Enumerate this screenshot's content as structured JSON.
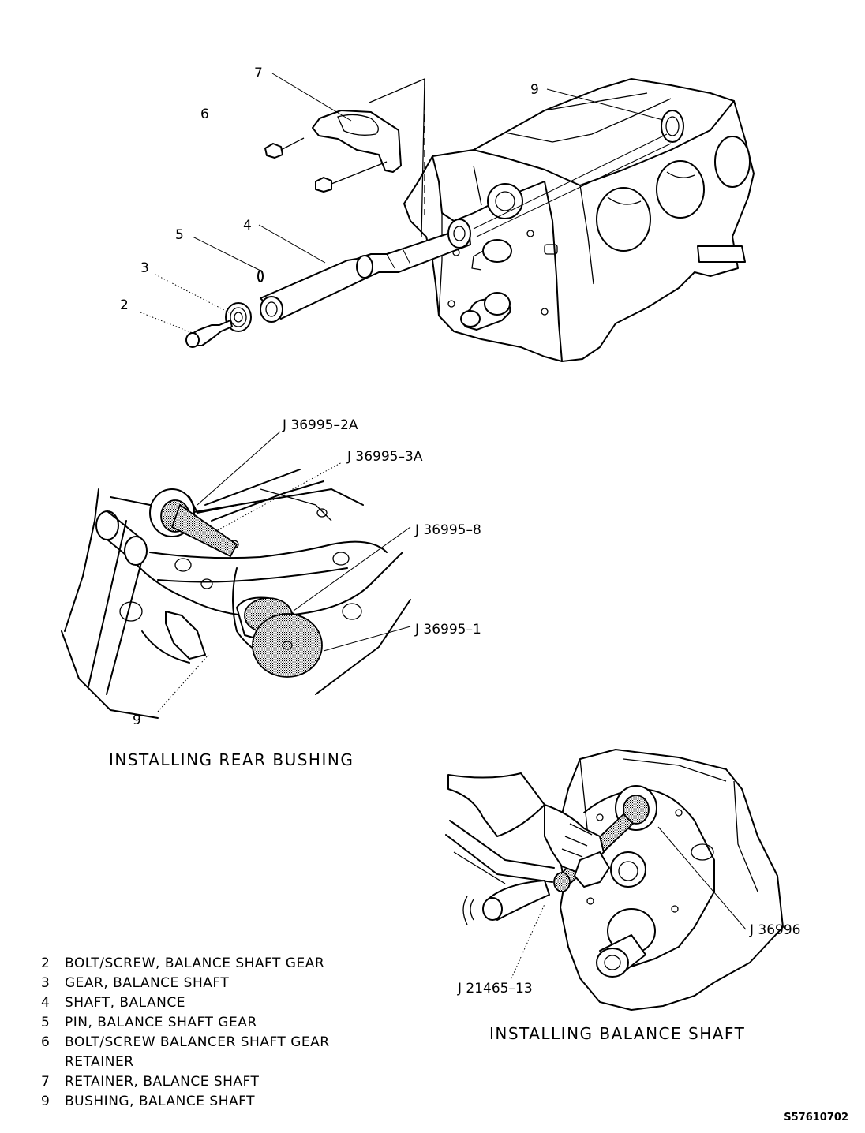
{
  "callouts": {
    "top": {
      "c7": "7",
      "c6": "6",
      "c9": "9",
      "c5": "5",
      "c4": "4",
      "c3": "3",
      "c2": "2"
    },
    "rear": {
      "tool_2a": "J 36995–2A",
      "tool_3a": "J 36995–3A",
      "tool_8": "J 36995–8",
      "tool_1": "J 36995–1",
      "c9": "9"
    },
    "shaft": {
      "tool_36996": "J 36996",
      "tool_21465": "J 21465–13"
    }
  },
  "captions": {
    "rear_bushing": "INSTALLING REAR BUSHING",
    "balance_shaft": "INSTALLING BALANCE SHAFT"
  },
  "legend": [
    {
      "num": "2",
      "text": "BOLT/SCREW, BALANCE SHAFT GEAR"
    },
    {
      "num": "3",
      "text": "GEAR, BALANCE SHAFT"
    },
    {
      "num": "4",
      "text": "SHAFT, BALANCE"
    },
    {
      "num": "5",
      "text": "PIN, BALANCE SHAFT GEAR"
    },
    {
      "num": "6",
      "text": "BOLT/SCREW BALANCER SHAFT GEAR"
    },
    {
      "num": "",
      "text": "RETAINER"
    },
    {
      "num": "7",
      "text": "RETAINER, BALANCE SHAFT"
    },
    {
      "num": "9",
      "text": "BUSHING, BALANCE SHAFT"
    }
  ],
  "figure_id": "S57610702"
}
